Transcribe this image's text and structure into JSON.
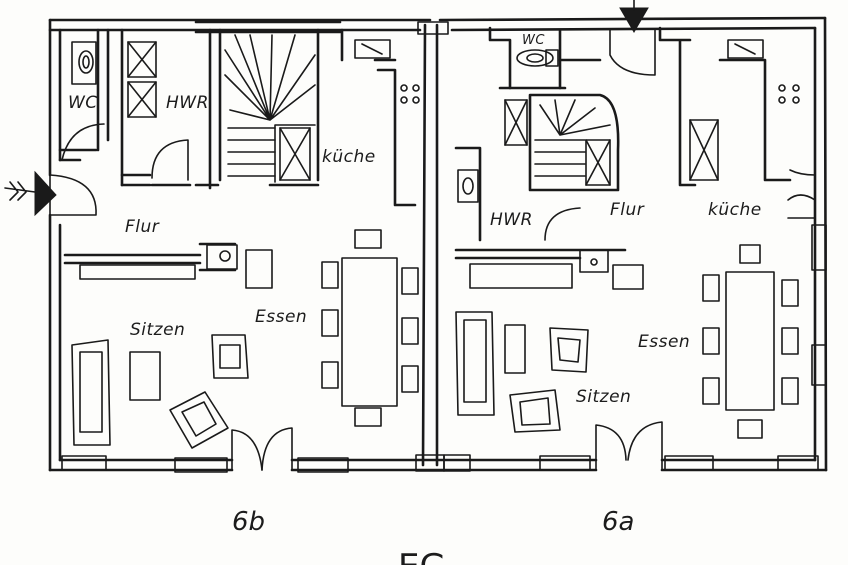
{
  "units": [
    {
      "id": "6b",
      "label": "6b",
      "rooms": {
        "wc": "WC",
        "hwr": "HWR",
        "kueche": "küche",
        "flur": "Flur",
        "sitzen": "Sitzen",
        "essen": "Essen"
      }
    },
    {
      "id": "6a",
      "label": "6a",
      "rooms": {
        "wc": "WC",
        "hwr": "HWR",
        "kueche": "küche",
        "flur": "Flur",
        "sitzen": "Sitzen",
        "essen": "Essen"
      }
    }
  ],
  "footer_fragment": "EG"
}
